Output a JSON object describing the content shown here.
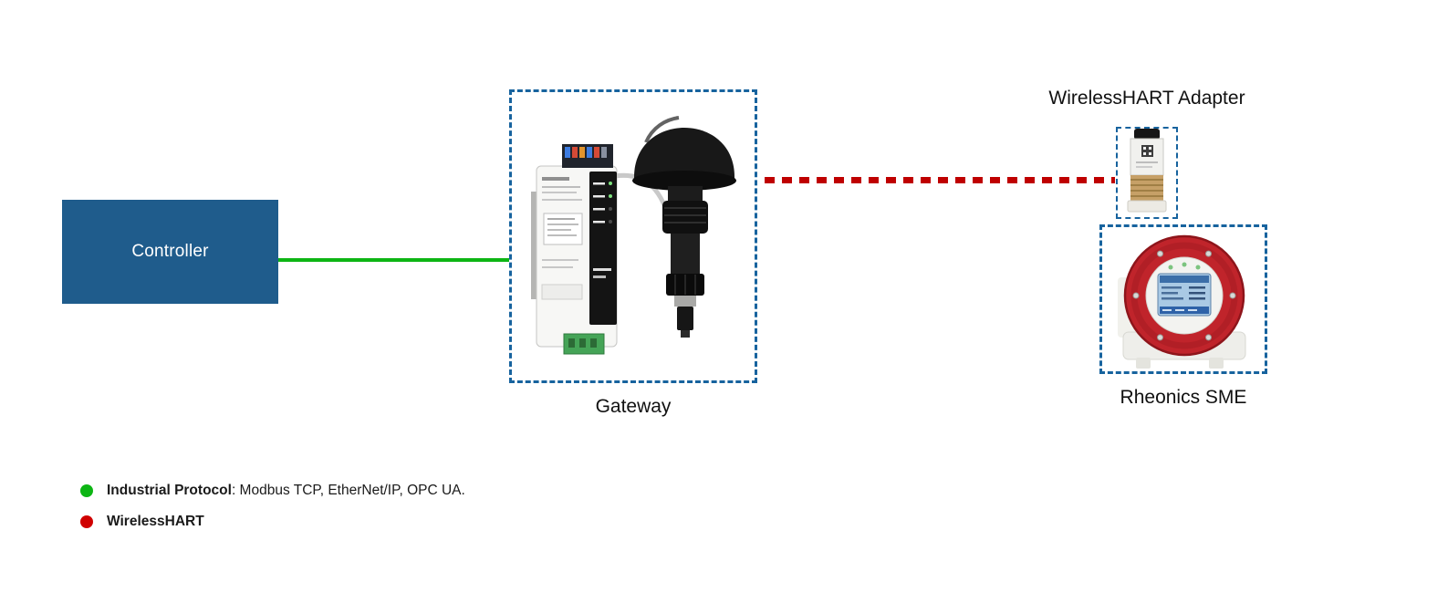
{
  "canvas": {
    "background": "#ffffff"
  },
  "controller": {
    "label": "Controller",
    "fill": "#1f5c8c",
    "text_color": "#ffffff"
  },
  "gateway": {
    "label": "Gateway",
    "border_color": "#17639e"
  },
  "adapter": {
    "label": "WirelessHART Adapter",
    "border_color": "#17639e"
  },
  "sme": {
    "label": "Rheonics SME",
    "border_color": "#17639e"
  },
  "connections": {
    "industrial_protocol": {
      "style": "solid",
      "color": "#0db514"
    },
    "wireless_hart": {
      "style": "dotted",
      "color": "#bf0000"
    }
  },
  "legend": {
    "items": [
      {
        "dot_color": "#0db514",
        "label_bold": "Industrial Protocol",
        "label_rest": ": Modbus TCP, EtherNet/IP, OPC UA."
      },
      {
        "dot_color": "#d00000",
        "label_bold": "WirelessHART",
        "label_rest": ""
      }
    ]
  }
}
